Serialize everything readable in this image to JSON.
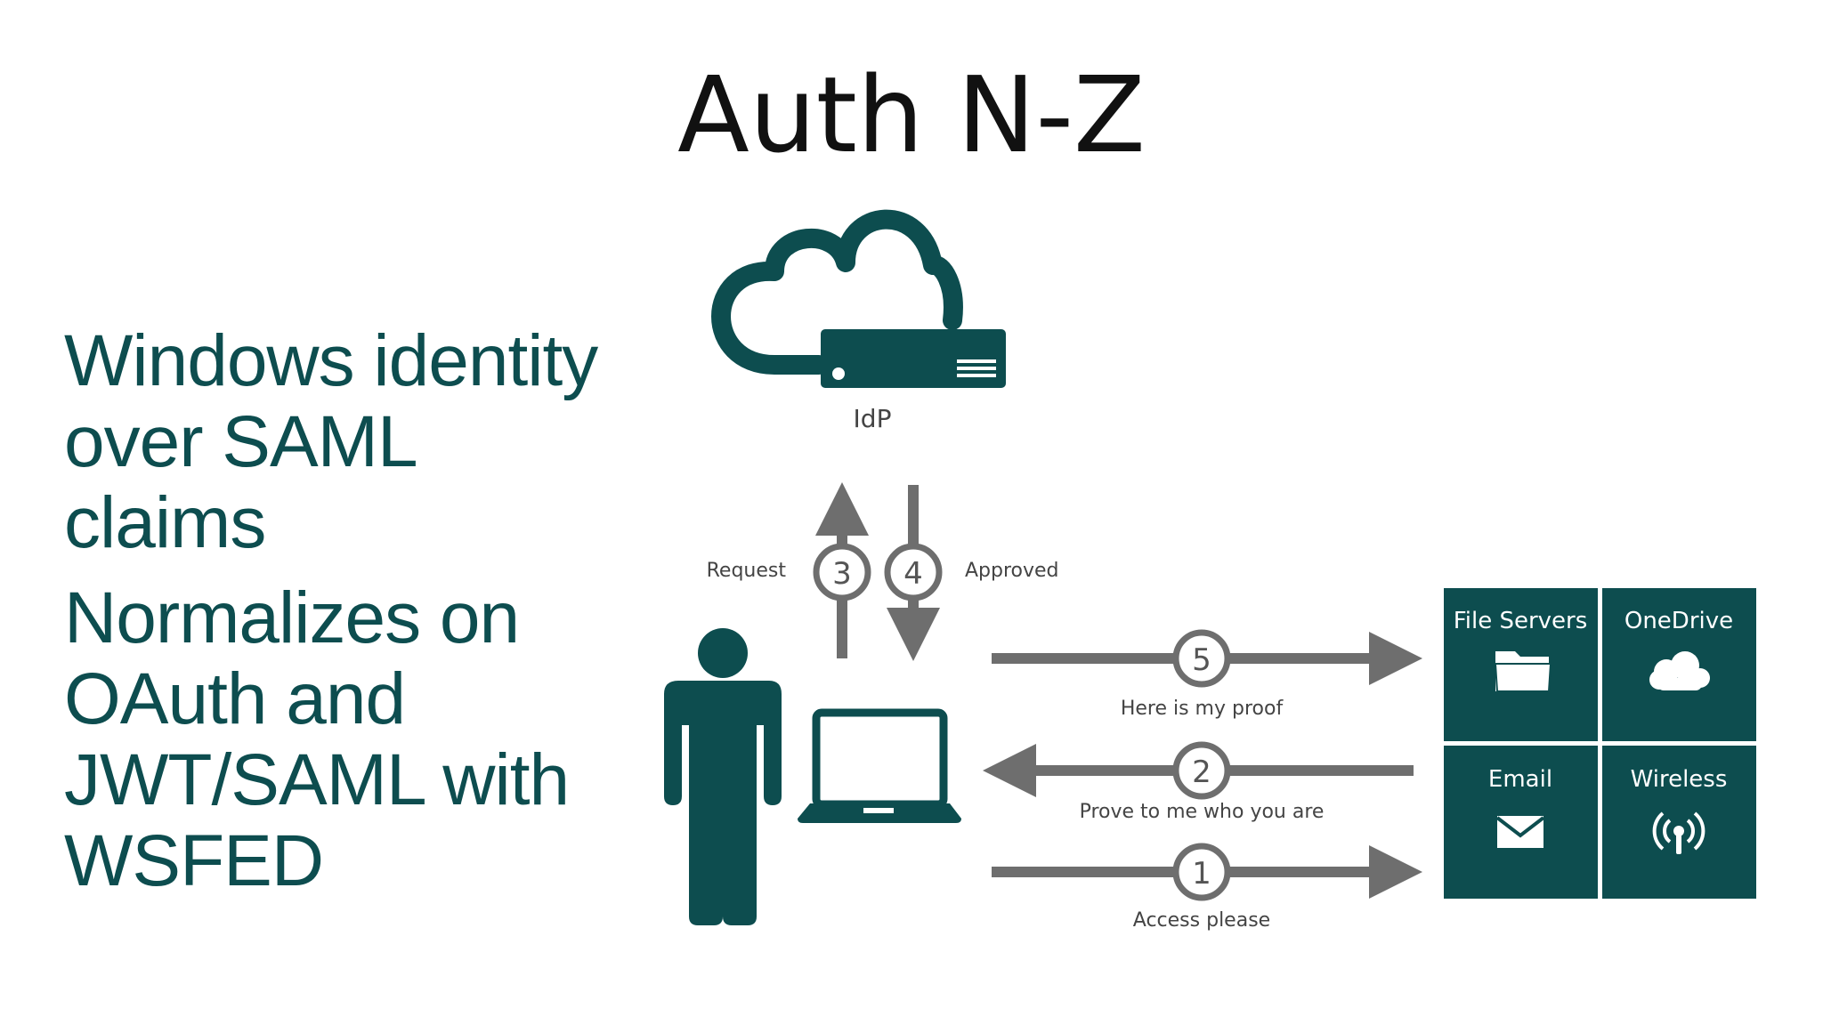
{
  "slide": {
    "title": "Auth N-Z",
    "bullets": [
      "Windows identity over SAML claims",
      "Normalizes on OAuth and JWT/SAML with WSFED"
    ]
  },
  "diagram": {
    "idp_label": "IdP",
    "request_label": "Request",
    "approved_label": "Approved",
    "step_numbers": [
      "3",
      "4",
      "5",
      "2",
      "1"
    ],
    "flows": {
      "step5": "Here is my proof",
      "step2": "Prove to me who you are",
      "step1": "Access please"
    },
    "tiles": [
      "File Servers",
      "OneDrive",
      "Email",
      "Wireless"
    ]
  },
  "colors": {
    "teal": "#0d4d4f",
    "arrow_gray": "#6e6e6e",
    "text_dark": "#111111"
  }
}
